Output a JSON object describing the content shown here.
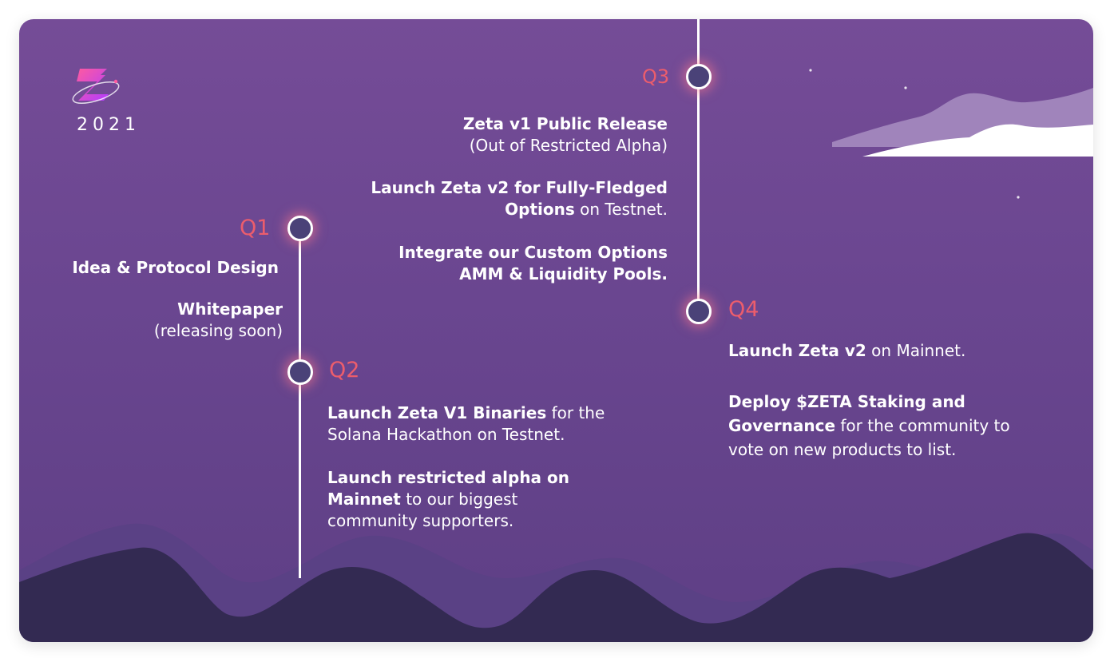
{
  "year": "2021",
  "colors": {
    "accent": "#ec5d6c",
    "background": "#6a4690",
    "node_fill": "#4a4278",
    "text": "#ffffff"
  },
  "logo": {
    "icon": "zeta-logo-icon"
  },
  "quarters": {
    "q1": {
      "label": "Q1",
      "items": [
        {
          "bold": "Idea & Protocol Design",
          "normal": ""
        },
        {
          "bold": "Whitepaper",
          "normal": "(releasing soon)"
        }
      ]
    },
    "q2": {
      "label": "Q2",
      "items": [
        {
          "bold": "Launch Zeta V1 Binaries",
          "normal": " for the Solana Hackathon on Testnet."
        },
        {
          "bold": "Launch restricted alpha on Mainnet",
          "normal": " to our biggest community supporters."
        }
      ]
    },
    "q3": {
      "label": "Q3",
      "items": [
        {
          "bold": "Zeta v1 Public Release",
          "normal": "(Out of Restricted Alpha)"
        },
        {
          "bold": "Launch Zeta v2 for Fully-Fledged Options",
          "normal": " on Testnet."
        },
        {
          "bold": "Integrate our Custom Options AMM & Liquidity Pools.",
          "normal": ""
        }
      ]
    },
    "q4": {
      "label": "Q4",
      "items": [
        {
          "bold": "Launch Zeta v2",
          "normal": " on Mainnet."
        },
        {
          "bold": "Deploy $ZETA Staking and Governance",
          "normal": " for the community to vote on new products to list."
        }
      ]
    }
  }
}
